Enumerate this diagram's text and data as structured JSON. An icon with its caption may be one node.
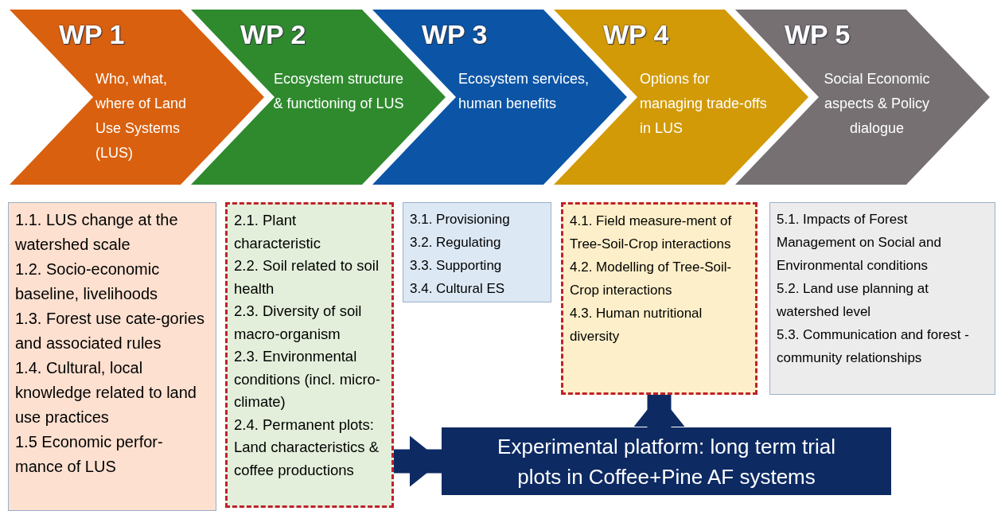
{
  "diagram": {
    "nodes": [
      {
        "text": [
          "WP 1",
          "Who, what, where of Land Use Systems (LUS)"
        ]
      },
      {
        "text": [
          "WP 2",
          "Ecosystem structure & functioning of LUS"
        ]
      },
      {
        "text": [
          "WP 3",
          "Ecosystem services, human benefits"
        ]
      },
      {
        "text": [
          "WP 4",
          "Options for managing trade-offs in LUS"
        ]
      },
      {
        "text": [
          "WP 5",
          "Social Economic aspects & Policy dialogue"
        ]
      },
      {
        "text": [
          "1.1. LUS change at the watershed scale",
          "1.2. Socio-economic baseline, livelihoods",
          "1.3. Forest use cate-gories and associated rules",
          "1.4. Cultural, local knowledge related to land use practices",
          "1.5 Economic perfor-mance of LUS"
        ]
      },
      {
        "text": [
          "2.1. Plant characteristic",
          "2.2. Soil related to soil health",
          "2.3. Diversity of soil macro-organism",
          "2.3. Environmental conditions (incl. micro-climate)",
          "2.4. Permanent plots: Land characteristics & coffee productions"
        ]
      },
      {
        "text": [
          "3.1. Provisioning",
          "3.2. Regulating",
          "3.3. Supporting",
          "3.4. Cultural ES"
        ]
      },
      {
        "text": [
          "4.1. Field measure-ment of Tree-Soil-Crop interactions",
          "4.2. Modelling of Tree-Soil-Crop interactions",
          "4.3. Human nutritional diversity"
        ]
      },
      {
        "text": [
          "5.1. Impacts of Forest Management on Social and Environmental conditions",
          "5.2. Land use planning at watershed level",
          "5.3. Communication and forest - community relationships"
        ]
      },
      {
        "text": [
          "Experimental platform: long term trial plots in Coffee+Pine AF systems"
        ]
      }
    ],
    "edges": [
      {
        "from": 6,
        "to": 10,
        "arrow": "to"
      },
      {
        "from": 10,
        "to": 8,
        "arrow": "to"
      }
    ]
  }
}
